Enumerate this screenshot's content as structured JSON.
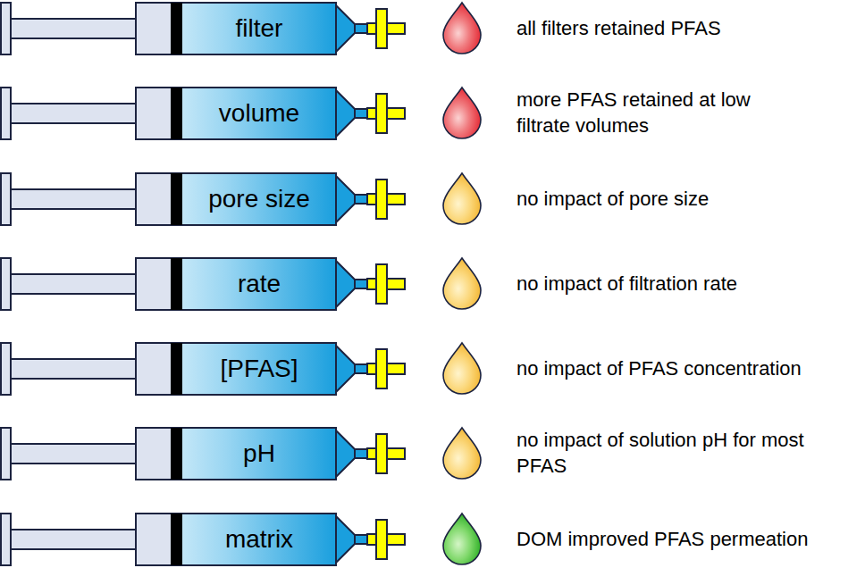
{
  "diagram": {
    "nodes": [
      {
        "text": [
          "filter"
        ]
      },
      {
        "text": [
          "volume"
        ]
      },
      {
        "text": [
          "pore size"
        ]
      },
      {
        "text": [
          "rate"
        ]
      },
      {
        "text": [
          "[PFAS]"
        ]
      },
      {
        "text": [
          "pH"
        ]
      },
      {
        "text": [
          "matrix"
        ]
      }
    ],
    "labels": [
      "all filters retained PFAS",
      "more PFAS retained at low filtrate volumes",
      "no impact of pore size",
      "no impact of filtration rate",
      "no impact of PFAS concentration",
      "no impact of solution pH for most PFAS",
      "DOM improved PFAS permeation"
    ]
  }
}
